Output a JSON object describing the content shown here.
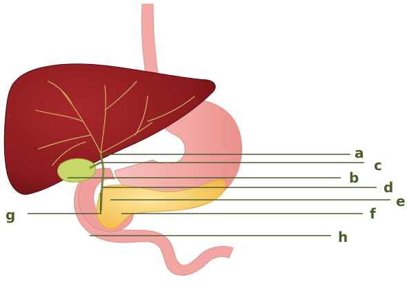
{
  "labels": {
    "a": "a",
    "b": "b",
    "c": "c",
    "d": "d",
    "e": "e",
    "f": "f",
    "g": "g",
    "h": "h"
  },
  "colors": {
    "leader_line": "#4a5e2a",
    "label_text": "#4a5e2a",
    "liver": "#8e1c20",
    "liver_dark": "#5e0e12",
    "liver_veins": "#c9a75a",
    "gallbladder": "#c7d76a",
    "stomach": "#f4a9a6",
    "intestine": "#f2a6a4",
    "esophagus": "#f2a9a6",
    "pancreas": "#f6c85a"
  }
}
